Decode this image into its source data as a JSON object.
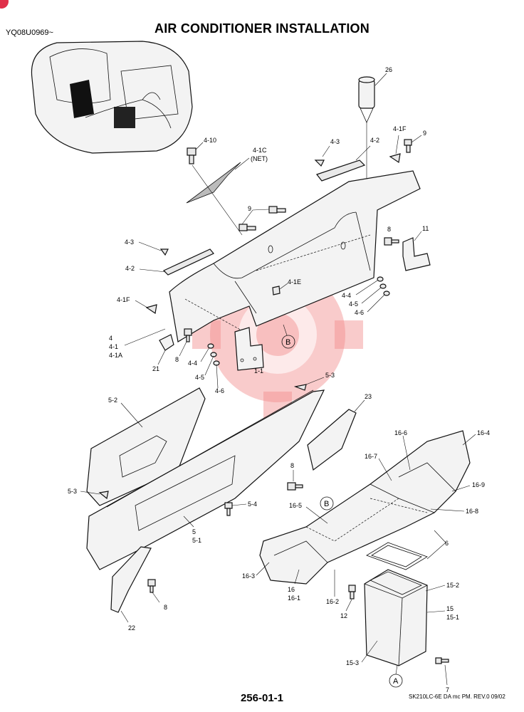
{
  "header": {
    "title": "AIR CONDITIONER INSTALLATION",
    "doc_code": "YQ08U0969~"
  },
  "footer": {
    "page_number": "256-01-1",
    "note": "SK210LC-6E DA mc PM.  REV.0 09/02"
  },
  "watermark": {
    "color": "#f28b8b"
  },
  "callouts": {
    "c26": "26",
    "c4_10": "4-10",
    "c4_1C": "4-1C",
    "c_net": "(NET)",
    "c4_3a": "4-3",
    "c4_2a": "4-2",
    "c4_1Fa": "4-1F",
    "c9a": "9",
    "c9b": "9",
    "c8a": "8",
    "c11": "11",
    "c4_3b": "4-3",
    "c4_2b": "4-2",
    "c4_1E": "4-1E",
    "c4_4a": "4-4",
    "c4_5a": "4-5",
    "c4_6a": "4-6",
    "c4_1Fb": "4-1F",
    "c4": "4",
    "c4_1": "4-1",
    "c4_1A": "4-1A",
    "c8b": "8",
    "c21": "21",
    "c4_4b": "4-4",
    "c4_5b": "4-5",
    "c4_6b": "4-6",
    "c1_1": "1-1",
    "cB1": "B",
    "c5_3a": "5-3",
    "c5_2": "5-2",
    "c23": "23",
    "c16_6": "16-6",
    "c16_4": "16-4",
    "c16_7": "16-7",
    "c16_9": "16-9",
    "c8c": "8",
    "c16_8": "16-8",
    "c5_3b": "5-3",
    "c5_4": "5-4",
    "c16_5": "16-5",
    "cB2": "B",
    "c5": "5",
    "c5_1": "5-1",
    "c6": "6",
    "c16_3": "16-3",
    "c16": "16",
    "c16_1": "16-1",
    "c16_2": "16-2",
    "c15_2": "15-2",
    "c15": "15",
    "c15_1": "15-1",
    "c12": "12",
    "c8d": "8",
    "c22": "22",
    "c15_3": "15-3",
    "cA": "A",
    "c7": "7"
  }
}
